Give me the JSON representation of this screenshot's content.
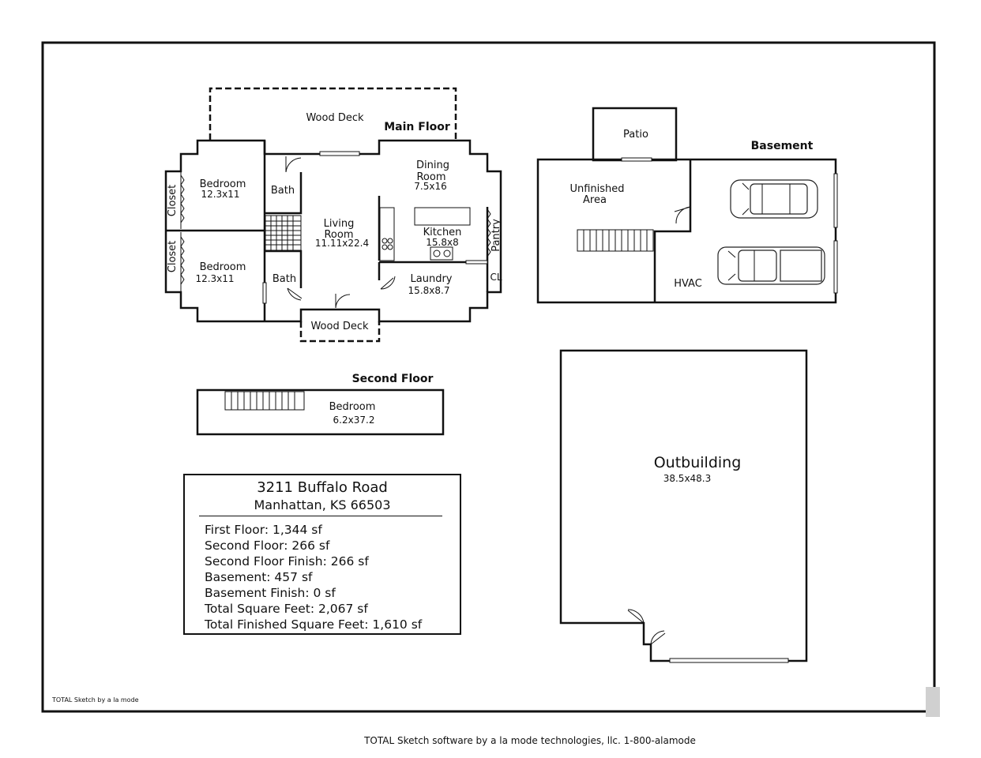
{
  "floors": {
    "main": {
      "title": "Main Floor",
      "rooms": {
        "bedroom_top": {
          "name": "Bedroom",
          "dims": "12.3x11"
        },
        "bedroom_bottom": {
          "name": "Bedroom",
          "dims": "12.3x11"
        },
        "closet_top": "Closet",
        "closet_bottom": "Closet",
        "bath_top": "Bath",
        "bath_bottom": "Bath",
        "living": {
          "name1": "Living",
          "name2": "Room",
          "dims": "11.11x22.4"
        },
        "dining": {
          "name1": "Dining",
          "name2": "Room",
          "dims": "7.5x16"
        },
        "kitchen": {
          "name": "Kitchen",
          "dims": "15.8x8"
        },
        "pantry": "Pantry",
        "cl": "CL",
        "laundry": {
          "name": "Laundry",
          "dims": "15.8x8.7"
        },
        "wood_deck_top": "Wood Deck",
        "wood_deck_bottom": "Wood Deck"
      }
    },
    "basement": {
      "title": "Basement",
      "rooms": {
        "patio": "Patio",
        "unfinished": {
          "name1": "Unfinished",
          "name2": "Area"
        },
        "hvac": "HVAC"
      }
    },
    "second": {
      "title": "Second Floor",
      "rooms": {
        "bedroom": {
          "name": "Bedroom",
          "dims": "6.2x37.2"
        }
      }
    },
    "outbuilding": {
      "name": "Outbuilding",
      "dims": "38.5x48.3"
    }
  },
  "summary": {
    "address_line1": "3211 Buffalo Road",
    "address_line2": "Manhattan, KS 66503",
    "items": [
      "First Floor: 1,344 sf",
      "Second Floor: 266 sf",
      "Second Floor Finish: 266 sf",
      "Basement: 457 sf",
      "Basement Finish: 0 sf",
      "Total Square Feet: 2,067 sf",
      "Total Finished Square Feet: 1,610 sf"
    ]
  },
  "credit_inner": "TOTAL Sketch by a la mode",
  "footer": "TOTAL Sketch software by a la mode technologies, llc. 1-800-alamode"
}
